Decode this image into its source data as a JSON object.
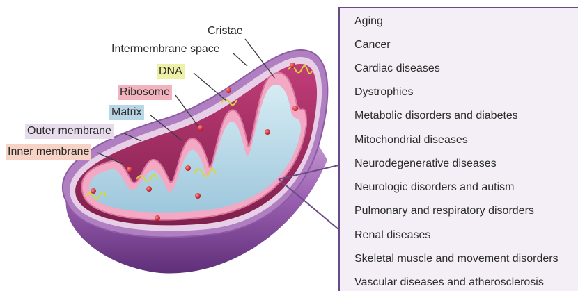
{
  "labels": {
    "cristae": "Cristae",
    "intermembrane_space": "Intermembrane space",
    "dna": "DNA",
    "ribosome": "Ribosome",
    "matrix": "Matrix",
    "outer_membrane": "Outer membrane",
    "inner_membrane": "Inner membrane"
  },
  "colors": {
    "dna_highlight": "#eef0a8",
    "ribosome_highlight": "#f1b3bd",
    "matrix_highlight": "#b9d6e6",
    "outer_membrane_highlight": "#e6dcec",
    "inner_membrane_highlight": "#f6d3c4",
    "panel_border": "#6a4a86",
    "panel_fill": "#f4eff6"
  },
  "diseases": [
    "Aging",
    "Cancer",
    "Cardiac diseases",
    "Dystrophies",
    "Metabolic disorders and diabetes",
    "Mitochondrial diseases",
    "Neurodegenerative diseases",
    "Neurologic disorders and autism",
    "Pulmonary and respiratory disorders",
    "Renal diseases",
    "Skeletal muscle and movement disorders",
    "Vascular diseases and atherosclerosis"
  ]
}
